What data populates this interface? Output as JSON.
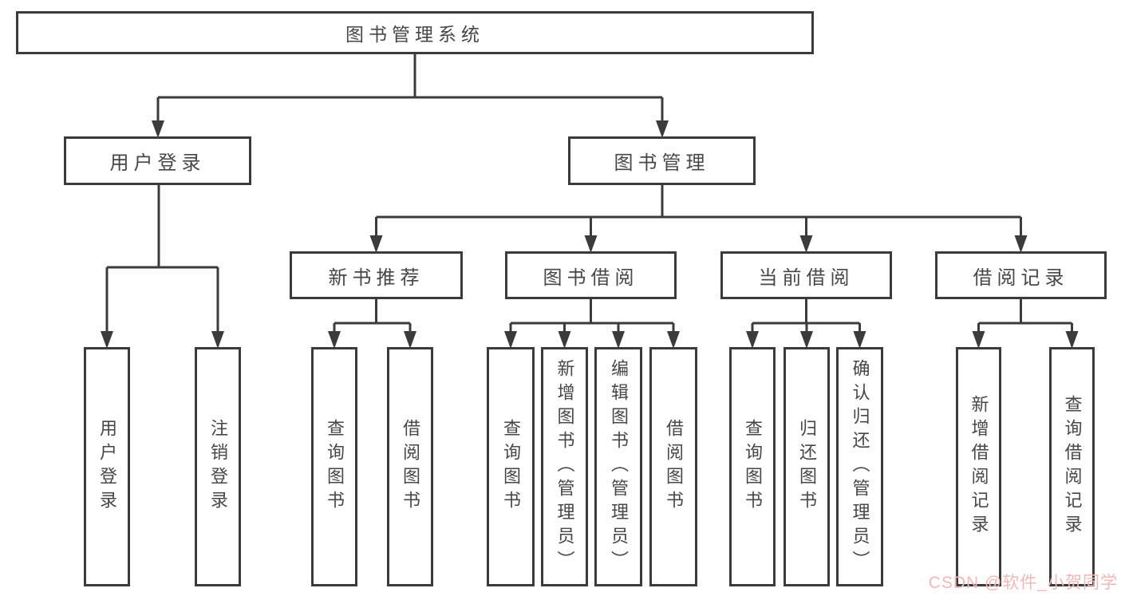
{
  "tree": {
    "label": "图书管理系统",
    "children": [
      {
        "label": "用户登录",
        "children": [
          {
            "label": "用户登录"
          },
          {
            "label": "注销登录"
          }
        ]
      },
      {
        "label": "图书管理",
        "children": [
          {
            "label": "新书推荐",
            "children": [
              {
                "label": "查询图书"
              },
              {
                "label": "借阅图书"
              }
            ]
          },
          {
            "label": "图书借阅",
            "children": [
              {
                "label": "查询图书"
              },
              {
                "label": "新增图书（管理员）"
              },
              {
                "label": "编辑图书（管理员）"
              },
              {
                "label": "借阅图书"
              }
            ]
          },
          {
            "label": "当前借阅",
            "children": [
              {
                "label": "查询图书"
              },
              {
                "label": "归还图书"
              },
              {
                "label": "确认归还（管理员）"
              }
            ]
          },
          {
            "label": "借阅记录",
            "children": [
              {
                "label": "新增借阅记录"
              },
              {
                "label": "查询借阅记录"
              }
            ]
          }
        ]
      }
    ]
  },
  "watermark": {
    "text": "CSDN @软件_小贺同学"
  },
  "colors": {
    "line": "#3b3b3b",
    "text": "#474747",
    "bg": "#ffffff",
    "watermark": "#f5b6b6"
  }
}
